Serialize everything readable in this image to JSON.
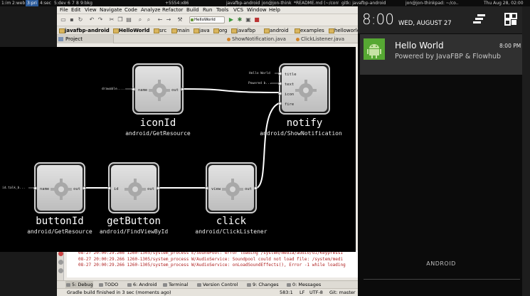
{
  "taskbar": {
    "items": [
      "1:im",
      "2:web",
      "3:pri",
      "4:sec",
      "5:dev",
      "6",
      "7",
      "8",
      "9:bkg"
    ],
    "active_index": 2,
    "extension": "+5554:x86",
    "windows": [
      "javafbp-android",
      "jon@jon-thinkpad: ~/co...",
      "*README.md (~/contri...",
      "gitk: javafbp-android",
      "jon@jon-thinkpad: ~/co..."
    ],
    "clock": "Thu Aug 28, 02:00"
  },
  "ide": {
    "menu": [
      "File",
      "Edit",
      "View",
      "Navigate",
      "Code",
      "Analyze",
      "Refactor",
      "Build",
      "Run",
      "Tools",
      "VCS",
      "Window",
      "Help"
    ],
    "run_config": "HelloWorld",
    "breadcrumbs": [
      "javafbp-android",
      "HelloWorld",
      "src",
      "main",
      "java",
      "org",
      "javafbp",
      "android",
      "examples",
      "helloworld"
    ],
    "project_tab": "Project",
    "editor_tabs": [
      "ShowNotification.java",
      "ClickListener.java"
    ],
    "log_lines": [
      "08-27 20:00:29.266   1260-1305/system_process E/SoundPool:  error loading /system/media/audio/ui/KeypressI",
      "08-27 20:00:29.266   1260-1305/system_process W/AudioService:  Soundpool could not load file: /system/medi",
      "08-27 20:00:29.266   1260-1305/system_process W/AudioService:  onLoadSoundEffects(), Error -1 while loading"
    ],
    "bottom_tabs": [
      "5: Debug",
      "TODO",
      "6: Android",
      "Terminal",
      "Version Control",
      "9: Changes",
      "0: Messages"
    ],
    "status": {
      "message": "Gradle build finished in 3 sec (moments ago)",
      "position": "583:1",
      "line_sep": "LF",
      "encoding": "UTF-8",
      "vcs": "Git: master"
    }
  },
  "graph": {
    "nodes": [
      {
        "id": "iconId",
        "component": "android/GetResource",
        "inports": [
          "name"
        ],
        "outports": [
          "out"
        ]
      },
      {
        "id": "notify",
        "component": "android/ShowNotification",
        "inports": [
          "title",
          "text",
          "icon",
          "fire"
        ],
        "outports": []
      },
      {
        "id": "buttonId",
        "component": "android/GetResource",
        "inports": [
          "name"
        ],
        "outports": [
          "out"
        ]
      },
      {
        "id": "getButton",
        "component": "android/FindViewById",
        "inports": [
          "id"
        ],
        "outports": [
          "out"
        ]
      },
      {
        "id": "click",
        "component": "android/ClickListener",
        "inports": [
          "view"
        ],
        "outports": [
          "out"
        ]
      }
    ],
    "iips": [
      {
        "target": "iconId.name",
        "value": "drawable...."
      },
      {
        "target": "notify.title",
        "value": "Hello World"
      },
      {
        "target": "notify.text",
        "value": "Powered b..."
      },
      {
        "target": "buttonId.name",
        "value": "id.talk_b..."
      }
    ]
  },
  "phone": {
    "time": "8:00",
    "date": "WED, AUGUST 27",
    "notification": {
      "title": "Hello World",
      "subtitle": "Powered by JavaFBP & Flowhub",
      "time": "8:00 PM",
      "icon": "android-icon"
    },
    "footer_label": "ANDROID"
  },
  "colors": {
    "graph_bg": "#000000",
    "node_fill": "#cfcfcf",
    "edge": "#ffffff",
    "android_green": "#56a833",
    "ide_bg": "#ece9e4"
  }
}
